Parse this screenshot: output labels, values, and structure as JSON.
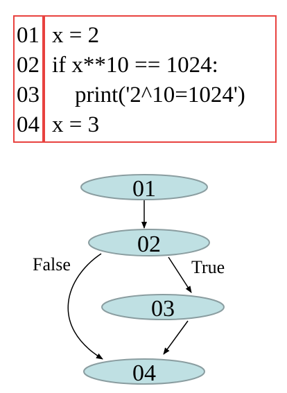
{
  "code": {
    "line_numbers": [
      "01",
      "02",
      "03",
      "04"
    ],
    "lines": [
      "x = 2",
      "if x**10 == 1024:",
      "    print('2^10=1024')",
      "x = 3"
    ],
    "border_color": "#e8423f"
  },
  "flowchart": {
    "node_fill": "#bfe0e3",
    "node_stroke": "#8a9da0",
    "nodes": [
      {
        "id": "n01",
        "label": "01"
      },
      {
        "id": "n02",
        "label": "02"
      },
      {
        "id": "n03",
        "label": "03"
      },
      {
        "id": "n04",
        "label": "04"
      }
    ],
    "edges": [
      {
        "from": "n01",
        "to": "n02",
        "label": ""
      },
      {
        "from": "n02",
        "to": "n03",
        "label": "True"
      },
      {
        "from": "n02",
        "to": "n04",
        "label": "False"
      },
      {
        "from": "n03",
        "to": "n04",
        "label": ""
      }
    ]
  }
}
